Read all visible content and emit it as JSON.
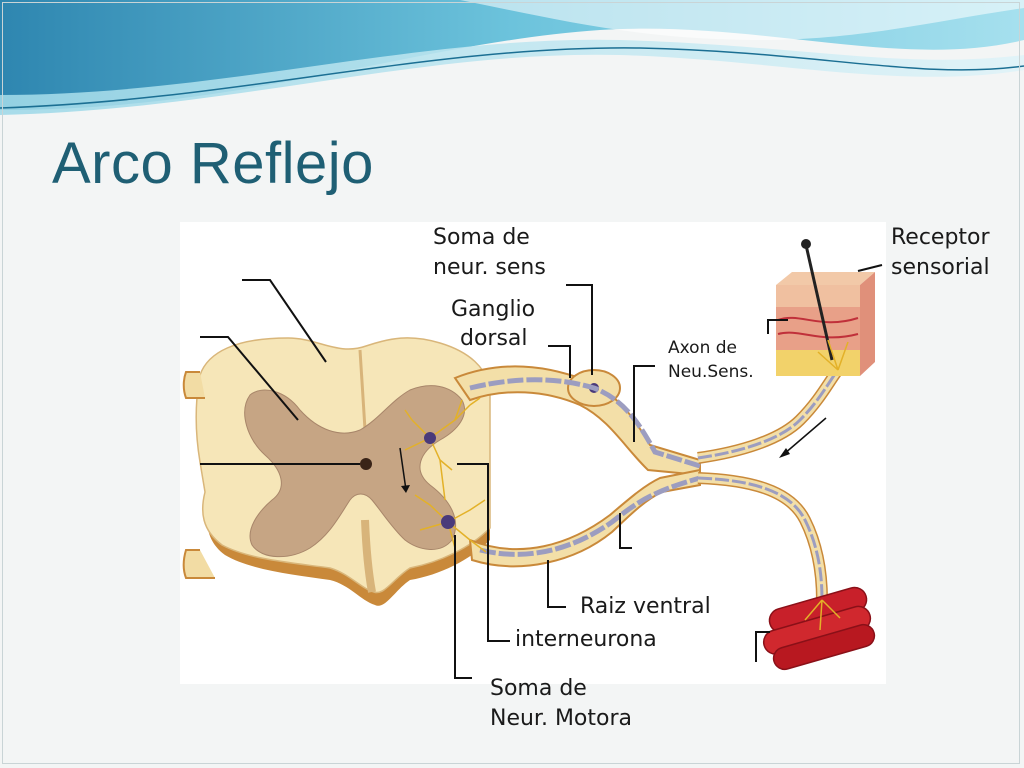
{
  "slide": {
    "title": "Arco Reflejo"
  },
  "labels": {
    "soma_sens_line1": "Soma de",
    "soma_sens_line2": "neur. sens",
    "ganglio_line1": "Ganglio",
    "ganglio_line2": "dorsal",
    "receptor_line1": "Receptor",
    "receptor_line2": "sensorial",
    "axon_line1": "Axon de",
    "axon_line2": "Neu.Sens.",
    "raiz_ventral": "Raiz ventral",
    "interneurona": "interneurona",
    "soma_motora_line1": "Soma de",
    "soma_motora_line2": "Neur. Motora"
  },
  "colors": {
    "title": "#1f5f74",
    "wave_dark": "#2f8fb8",
    "wave_light": "#8fd3e6",
    "cord_outer": "#f5e4b4",
    "cord_edge": "#c98a3a",
    "gray_matter": "#c8a98a",
    "skin": "#e8a088",
    "muscle": "#c8202a"
  }
}
